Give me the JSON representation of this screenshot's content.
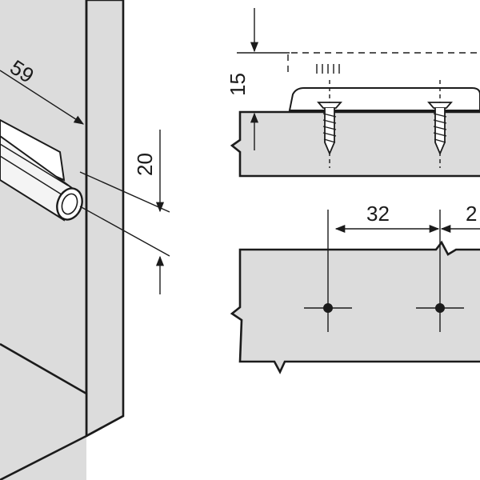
{
  "drawing": {
    "dimensions": {
      "d59": "59",
      "d20": "20",
      "d15": "15",
      "d32": "32",
      "d2x": "2"
    },
    "colors": {
      "panel_fill": "#dcdcdc",
      "line": "#1b1b1b",
      "background": "#ffffff"
    }
  }
}
